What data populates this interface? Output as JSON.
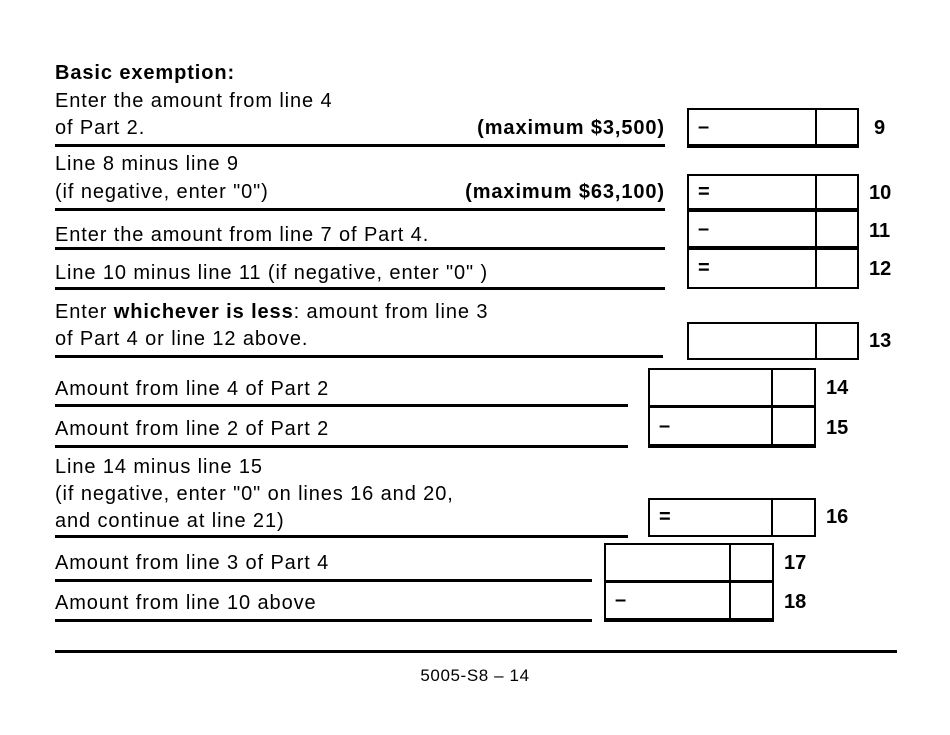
{
  "page": {
    "heading": "Basic exemption:",
    "footer_code": "5005-S8 – 14"
  },
  "rows": {
    "r9": {
      "line1": "Enter the amount from line 4",
      "line2": "of Part 2.",
      "max": "(maximum $3,500)",
      "operator": "–",
      "num": "9"
    },
    "r10": {
      "line1": "Line 8 minus line 9",
      "line2": "(if negative, enter \"0\")",
      "max": "(maximum $63,100)",
      "operator": "=",
      "num": "10"
    },
    "r11": {
      "line1": "Enter the amount from line 7 of Part 4.",
      "operator": "–",
      "num": "11"
    },
    "r12": {
      "line1": "Line 10 minus line 11 (if negative, enter \"0\" )",
      "operator": "=",
      "num": "12"
    },
    "r13": {
      "pre": "Enter ",
      "bold": "whichever is less",
      "post": ": amount from line 3",
      "line2": "of Part 4 or line 12 above.",
      "num": "13"
    },
    "r14": {
      "line1": "Amount from line 4 of Part 2",
      "num": "14"
    },
    "r15": {
      "line1": "Amount from line 2 of Part 2",
      "operator": "–",
      "num": "15"
    },
    "r16": {
      "line1": "Line 14 minus line 15",
      "line2": "(if negative, enter \"0\" on lines 16 and 20,",
      "line3": "and continue at line 21)",
      "operator": "=",
      "num": "16"
    },
    "r17": {
      "line1": "Amount from line 3 of Part 4",
      "num": "17"
    },
    "r18": {
      "line1": "Amount from line 10 above",
      "operator": "–",
      "num": "18"
    }
  }
}
